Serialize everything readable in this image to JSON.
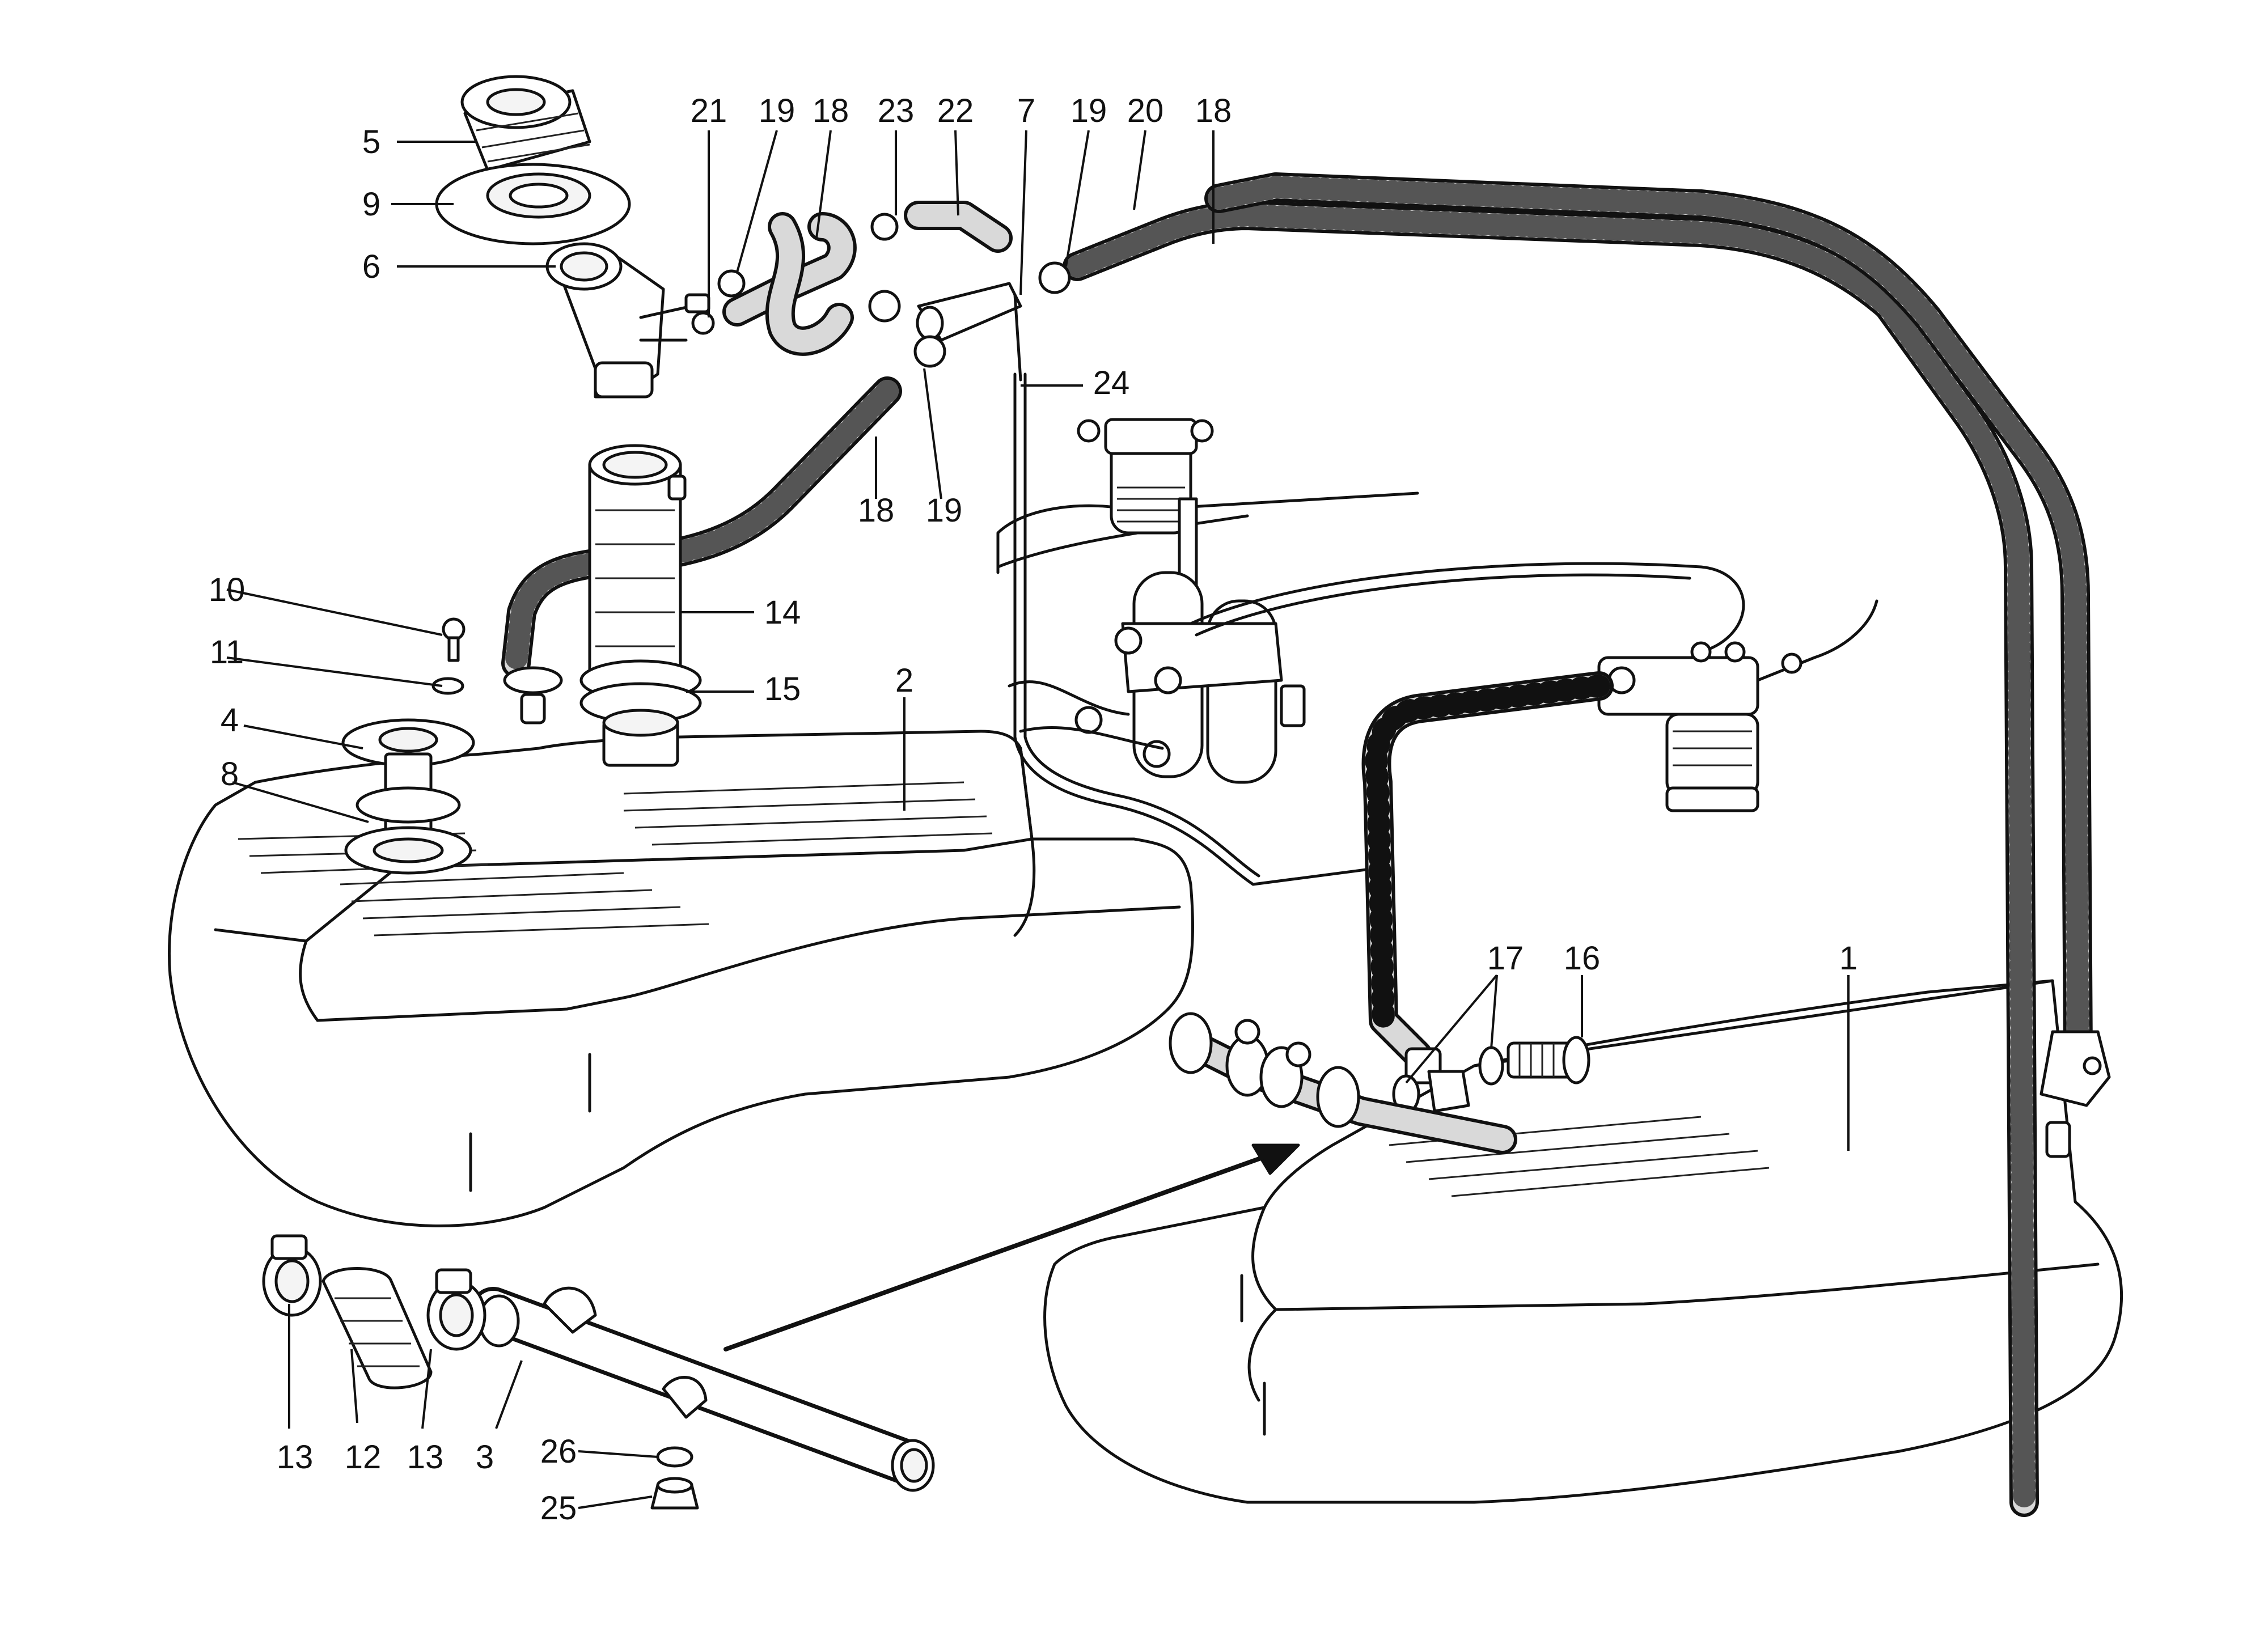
{
  "callouts": [
    "1",
    "2",
    "3",
    "4",
    "5",
    "6",
    "7",
    "8",
    "9",
    "10",
    "11",
    "12",
    "13",
    "13",
    "14",
    "15",
    "16",
    "17",
    "18",
    "18",
    "18",
    "19",
    "19",
    "19",
    "20",
    "21",
    "22",
    "23",
    "24",
    "25",
    "26"
  ],
  "colors": {
    "ink": "#111111",
    "paper": "#ffffff",
    "shade": "#f4f4f4"
  }
}
